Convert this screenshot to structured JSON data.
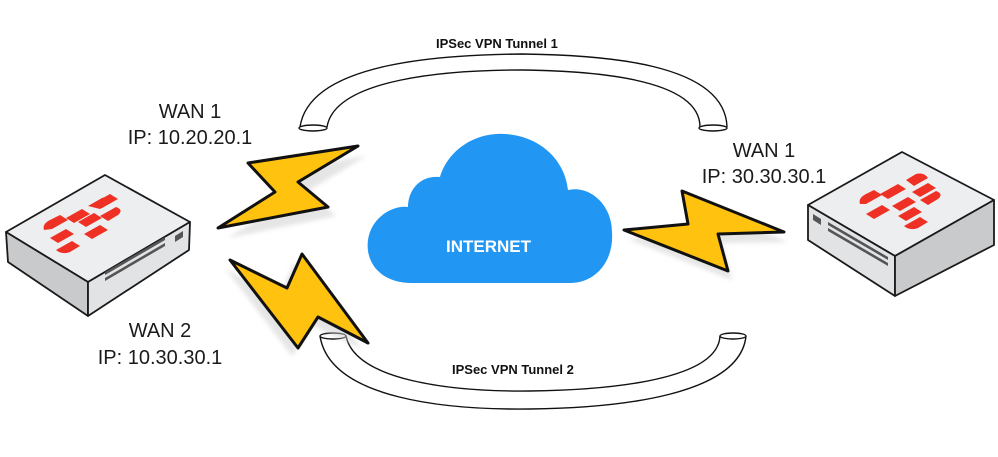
{
  "diagram": {
    "type": "network-topology",
    "colors": {
      "cloud": "#2196F3",
      "bolt_fill": "#FFC20E",
      "bolt_edge": "#F7A823",
      "fortinet_red": "#EE3124",
      "device_top": "#EDEEF0",
      "device_side": "#C9CACC",
      "outline": "#1a1a1a"
    },
    "cloud": {
      "label": "INTERNET",
      "icon": "cloud-icon"
    },
    "devices": [
      {
        "id": "site-a-firewall",
        "icon": "fortigate-firewall-icon"
      },
      {
        "id": "site-b-firewall",
        "icon": "fortigate-firewall-icon"
      }
    ],
    "interfaces": [
      {
        "name": "WAN 1",
        "ip": "IP: 10.20.20.1",
        "device": "site-a-firewall"
      },
      {
        "name": "WAN 2",
        "ip": "IP: 10.30.30.1",
        "device": "site-a-firewall"
      },
      {
        "name": "WAN 1",
        "ip": "IP: 30.30.30.1",
        "device": "site-b-firewall"
      }
    ],
    "tunnels": [
      {
        "label": "IPSec VPN Tunnel 1",
        "from": "site-a WAN 1",
        "to": "site-b WAN 1"
      },
      {
        "label": "IPSec VPN Tunnel 2",
        "from": "site-a WAN 2",
        "to": "site-b WAN 1"
      }
    ],
    "links": [
      {
        "icon": "lightning-bolt-icon",
        "from": "site-a WAN 1",
        "to": "INTERNET"
      },
      {
        "icon": "lightning-bolt-icon",
        "from": "site-a WAN 2",
        "to": "INTERNET"
      },
      {
        "icon": "lightning-bolt-icon",
        "from": "site-b WAN 1",
        "to": "INTERNET"
      }
    ]
  }
}
